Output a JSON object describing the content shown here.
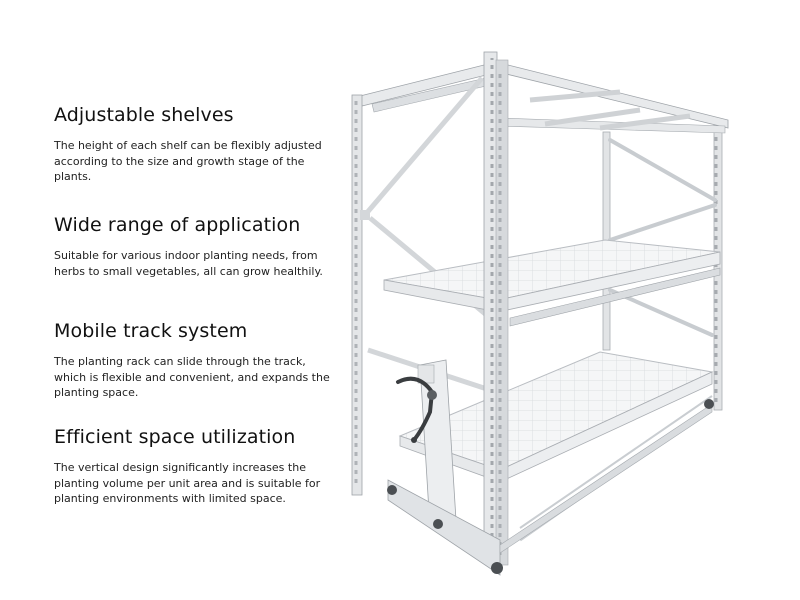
{
  "features": [
    {
      "title": "Adjustable shelves",
      "description": "The height of each shelf can be flexibly adjusted according to the size and growth stage of the plants."
    },
    {
      "title": "Wide range of application",
      "description": "Suitable for various indoor planting needs, from herbs to small vegetables, all can grow healthily."
    },
    {
      "title": "Mobile track system",
      "description": "The planting rack can slide through the track, which is flexible and convenient, and expands the planting space."
    },
    {
      "title": "Efficient space utilization",
      "description": "The vertical design significantly increases the planting volume per unit area and is suitable for planting environments with limited space."
    }
  ],
  "colors": {
    "frame": "#e4e6e8",
    "frame_edge": "#9ea3a8",
    "tray": "#f4f5f6",
    "text": "#111111"
  }
}
